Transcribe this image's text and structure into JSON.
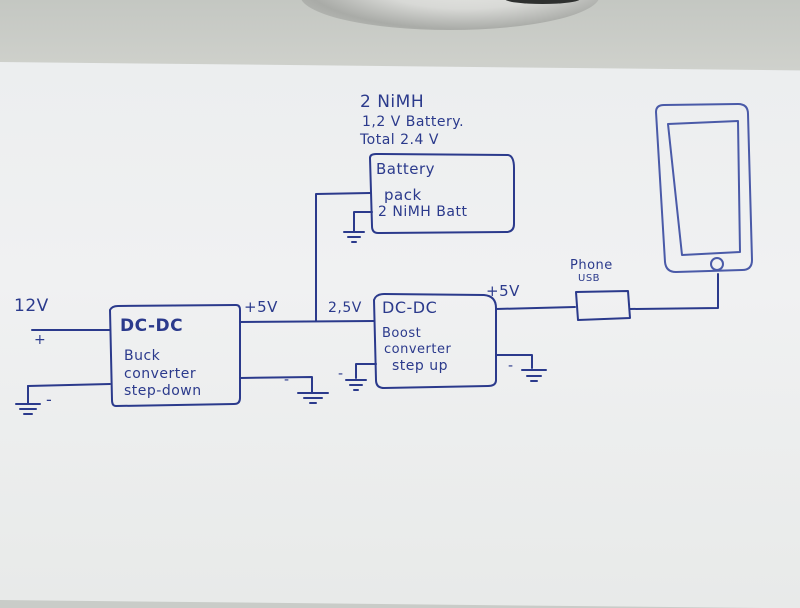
{
  "diagram": {
    "type": "hand-drawn circuit block diagram",
    "ink_color": "#2b3a8c",
    "paper_color": "#eef0f0",
    "input": {
      "voltage_label": "12V",
      "plus_label": "+",
      "minus_label": "-"
    },
    "buck_converter": {
      "line1": "DC-DC",
      "line2": "Buck",
      "line3": "converter",
      "line4": "step-down",
      "output_label": "+5V",
      "ground_minus_label": "-"
    },
    "battery": {
      "note_line1": "2 NiMH",
      "note_line2": "1,2 V Battery.",
      "note_line3": "Total  2.4 V",
      "box_line1": "Battery",
      "box_line2": "pack",
      "box_line3": "2 NiMH Batt"
    },
    "boost_converter": {
      "input_label": "2,5V",
      "line1": "DC-DC",
      "line2": "Boost",
      "line3": "converter",
      "line4": "step up",
      "ground_minus_left": "-",
      "ground_minus_right": "-",
      "output_label": "+5V"
    },
    "usb": {
      "label_line1": "Phone",
      "label_line2": "USB"
    },
    "phone": {
      "icon": "smartphone-icon"
    }
  }
}
